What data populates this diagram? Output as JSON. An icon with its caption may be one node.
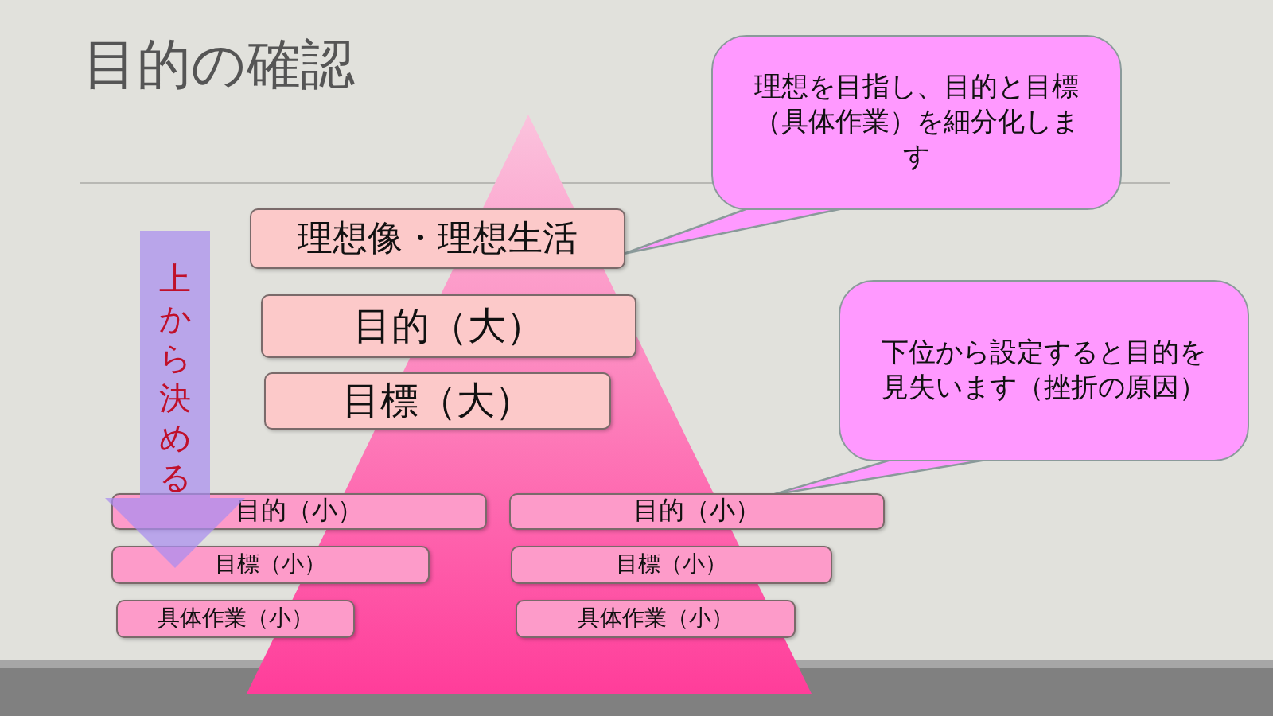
{
  "diagram": {
    "title": "目的の確認",
    "nodes": [
      {
        "text": [
          "理想像・理想生活"
        ]
      },
      {
        "text": [
          "目的（大）"
        ]
      },
      {
        "text": [
          "目標（大）"
        ]
      },
      {
        "text": [
          "目的（小）"
        ]
      },
      {
        "text": [
          "目標（小）"
        ]
      },
      {
        "text": [
          "具体作業（小）"
        ]
      },
      {
        "text": [
          "目的（小）"
        ]
      },
      {
        "text": [
          "目標（小）"
        ]
      },
      {
        "text": [
          "具体作業（小）"
        ]
      },
      {
        "text": [
          "理想を目指し、目的と目標（具体作業）を細分化します"
        ]
      },
      {
        "text": [
          "下位から設定すると目的を見失います（挫折の原因）"
        ]
      },
      {
        "text": [
          "上から決める"
        ]
      }
    ],
    "edges": [
      {
        "from": 9,
        "to": 0,
        "arrow": "none"
      },
      {
        "from": 10,
        "to": 6,
        "arrow": "none"
      }
    ]
  }
}
